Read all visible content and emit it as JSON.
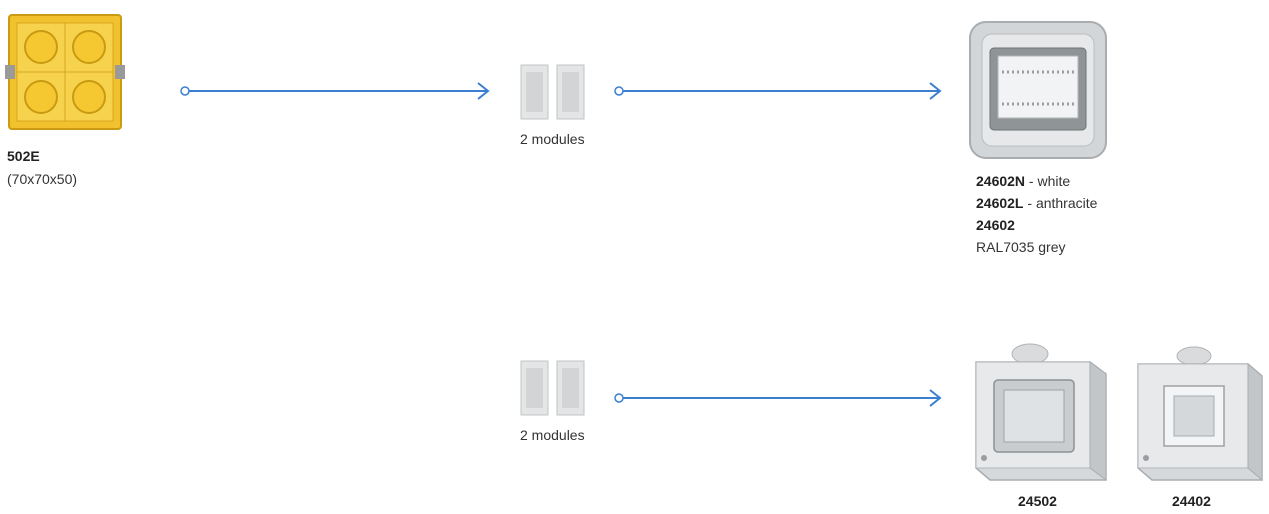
{
  "flush_box": {
    "code": "502E",
    "dimensions": "(70x70x50)",
    "image": "yellow-flush-box-icon"
  },
  "row1": {
    "modules_label": "2 modules",
    "result": {
      "image": "watertight-plate-icon",
      "lines": [
        {
          "code": "24602N",
          "sep": " - ",
          "desc": "white"
        },
        {
          "code": "24602L",
          "sep": " - ",
          "desc": "anthracite"
        },
        {
          "code": "24602",
          "sep": "",
          "desc": ""
        }
      ],
      "extra": "RAL7035 grey"
    }
  },
  "row2": {
    "modules_label": "2 modules",
    "enclosures": [
      {
        "code": "24502",
        "image": "enclosure-with-cover-icon"
      },
      {
        "code": "24402",
        "image": "enclosure-open-icon"
      }
    ]
  },
  "colors": {
    "arrow": "#3a7fd0",
    "box_yellow": "#f2c12e",
    "grey": "#c9ccce"
  }
}
